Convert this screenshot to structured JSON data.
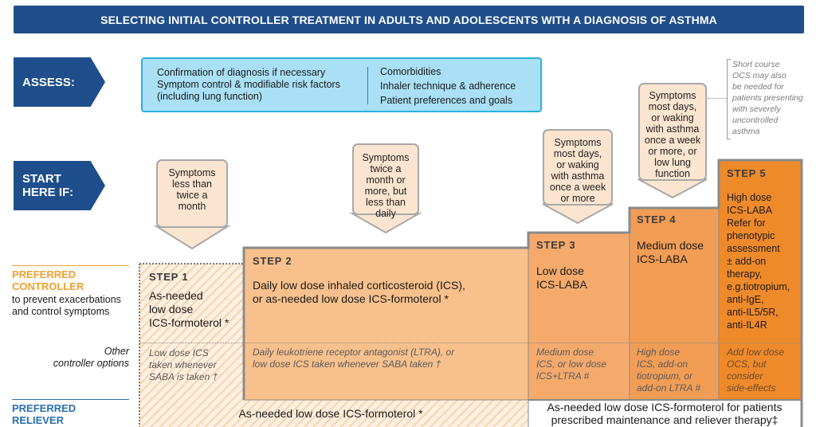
{
  "banner": {
    "title": "SELECTING INITIAL CONTROLLER TREATMENT IN ADULTS AND ADOLESCENTS WITH A DIAGNOSIS OF ASTHMA"
  },
  "assess": {
    "label": "ASSESS:",
    "left_items": [
      "Confirmation of diagnosis if necessary",
      "Symptom control & modifiable risk factors",
      "(including lung function)"
    ],
    "right_items": [
      "Comorbidities",
      "Inhaler technique & adherence",
      "Patient preferences and goals"
    ]
  },
  "start": {
    "label_line1": "START",
    "label_line2": "HERE IF:"
  },
  "side_note": [
    "Short course",
    "OCS may also",
    "be needed for",
    "patients presenting",
    "with severely",
    "uncontrolled",
    "asthma"
  ],
  "callouts": [
    {
      "lines": [
        "Symptoms",
        "less than",
        "twice a",
        "month"
      ]
    },
    {
      "lines": [
        "Symptoms",
        "twice a",
        "month or",
        "more, but",
        "less than",
        "daily"
      ]
    },
    {
      "lines": [
        "Symptoms",
        "most days,",
        "or waking",
        "with asthma",
        "once a week",
        "or more"
      ]
    },
    {
      "lines": [
        "Symptoms",
        "most days,",
        "or waking",
        "with asthma",
        "once a week",
        "or more, or",
        "low lung",
        "function"
      ]
    }
  ],
  "row_labels": {
    "preferred_controller_1": "PREFERRED",
    "preferred_controller_2": "CONTROLLER",
    "preferred_controller_sub_1": "to prevent exacerbations",
    "preferred_controller_sub_2": "and control symptoms",
    "other_1": "Other",
    "other_2": "controller options",
    "preferred_reliever_1": "PREFERRED",
    "preferred_reliever_2": "RELIEVER"
  },
  "steps": [
    {
      "title": "STEP 1",
      "controller": [
        "As-needed",
        "low dose",
        "ICS-formoterol *"
      ],
      "other": [
        "Low dose ICS",
        "taken whenever",
        "SABA is taken †"
      ]
    },
    {
      "title": "STEP 2",
      "controller": [
        "Daily low dose inhaled corticosteroid (ICS),",
        "or as-needed low dose ICS-formoterol *"
      ],
      "other": [
        "Daily leukotriene receptor antagonist (LTRA), or",
        "low dose ICS taken whenever SABA taken †"
      ]
    },
    {
      "title": "STEP 3",
      "controller": [
        "Low dose",
        "ICS-LABA"
      ],
      "other": [
        "Medium dose",
        "ICS, or low dose",
        "ICS+LTRA #"
      ]
    },
    {
      "title": "STEP 4",
      "controller": [
        "Medium dose",
        "ICS-LABA"
      ],
      "other": [
        "High dose",
        "ICS, add-on",
        "tiotropium, or",
        "add-on LTRA #"
      ]
    },
    {
      "title": "STEP 5",
      "controller": [
        "High dose",
        "ICS-LABA",
        "Refer for",
        "phenotypic",
        "assessment",
        "± add-on",
        "therapy,",
        "e.g.tiotropium,",
        "anti-IgE,",
        "anti-IL5/5R,",
        "anti-IL4R"
      ],
      "other": [
        "Add low dose",
        "OCS, but",
        "consider",
        "side-effects"
      ]
    }
  ],
  "reliever": {
    "left": "As-needed low dose ICS-formoterol *",
    "right_1": "As-needed low dose ICS-formoterol  for patients",
    "right_2": "prescribed maintenance and reliever therapy‡"
  },
  "colors": {
    "navy": "#1f4e8c",
    "step1_hatch": "#f9dcc0",
    "step2": "#f8c08c",
    "step3": "#f5aa6c",
    "step4": "#f29d55",
    "step5": "#ef8a2a",
    "assess_fill": "#a9e0f5",
    "callout_fill": "#fbe5d0"
  }
}
